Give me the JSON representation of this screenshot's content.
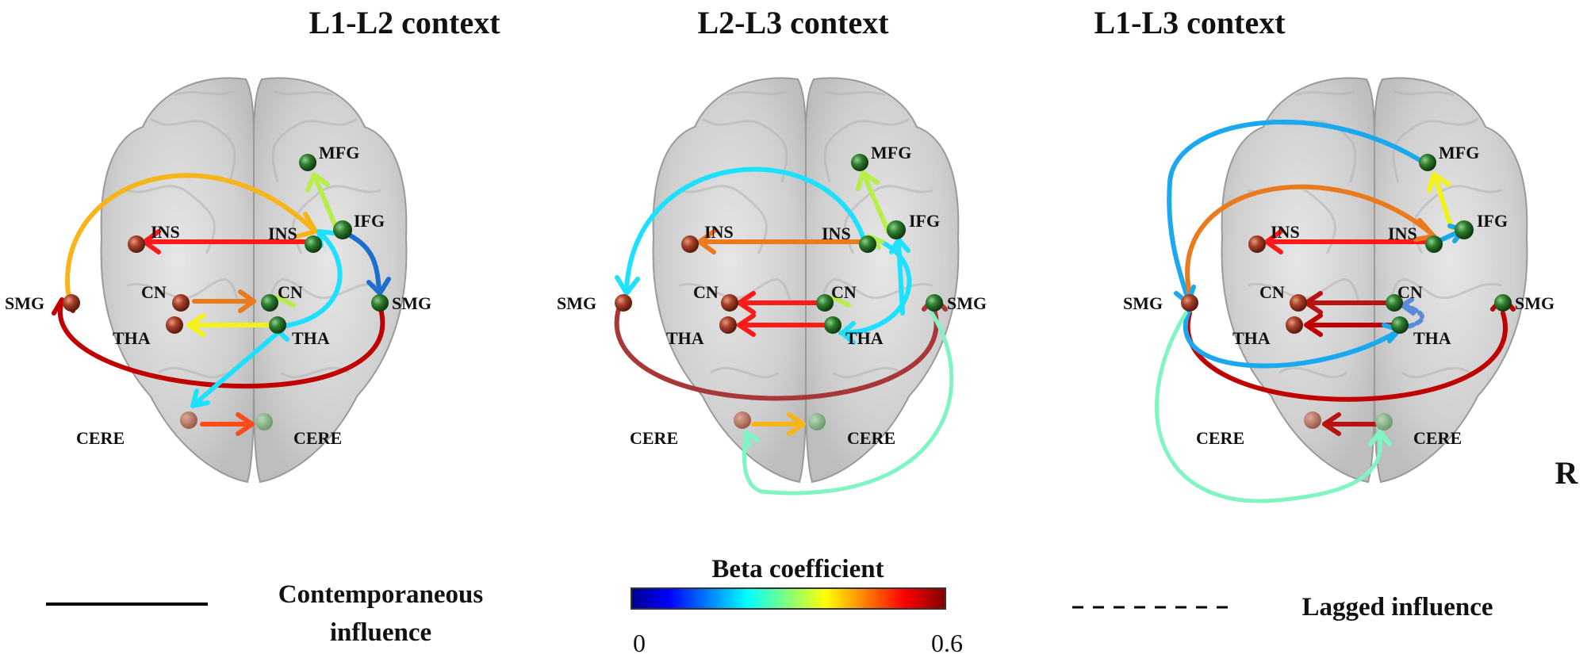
{
  "panels": [
    {
      "title": "L1-L2 context"
    },
    {
      "title": "L2-L3 context"
    },
    {
      "title": "L1-L3 context"
    }
  ],
  "node_labels": {
    "MFG": "MFG",
    "IFG": "IFG",
    "INS": "INS",
    "CN": "CN",
    "THA": "THA",
    "SMG": "SMG",
    "CERE": "CERE"
  },
  "legend": {
    "contemporaneous": "Contemporaneous influence",
    "contemporaneous_line1": "Contemporaneous",
    "contemporaneous_line2": "influence",
    "colorbar_title": "Beta coefficient",
    "colorbar_min": "0",
    "colorbar_max": "0.6",
    "lagged": "Lagged influence"
  },
  "orientation_label": "R",
  "colors": {
    "left_node": "#a8402a",
    "right_node": "#2e6b2e",
    "colormap": [
      "#00008f",
      "#0000ff",
      "#00ffff",
      "#ffff00",
      "#ff0000",
      "#800000"
    ]
  }
}
